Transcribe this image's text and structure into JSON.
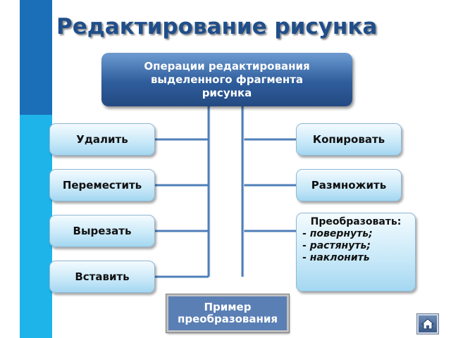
{
  "title": "Редактирование рисунка",
  "root": {
    "label": "Операции редактирования\nвыделенного фрагмента\nрисунка"
  },
  "left_ops": [
    {
      "label": "Удалить"
    },
    {
      "label": "Переместить"
    },
    {
      "label": "Вырезать"
    },
    {
      "label": "Вставить"
    }
  ],
  "right_ops": [
    {
      "label": "Копировать"
    },
    {
      "label": "Размножить"
    }
  ],
  "transform": {
    "title": "Преобразовать:",
    "items": [
      "повернуть;",
      "растянуть;",
      "наклонить"
    ],
    "bullet": "- "
  },
  "example_button": {
    "label": "Пример преобразования"
  },
  "home_icon": "home-icon",
  "colors": {
    "title": "#1f4e8a",
    "root_box": "#2f5d9c",
    "op_box": "#c7e8f8",
    "connector": "#4f7fb8",
    "stripe_dark": "#1a6fb8",
    "stripe_light": "#1eb4ea",
    "example_button": "#5a7fb5"
  }
}
